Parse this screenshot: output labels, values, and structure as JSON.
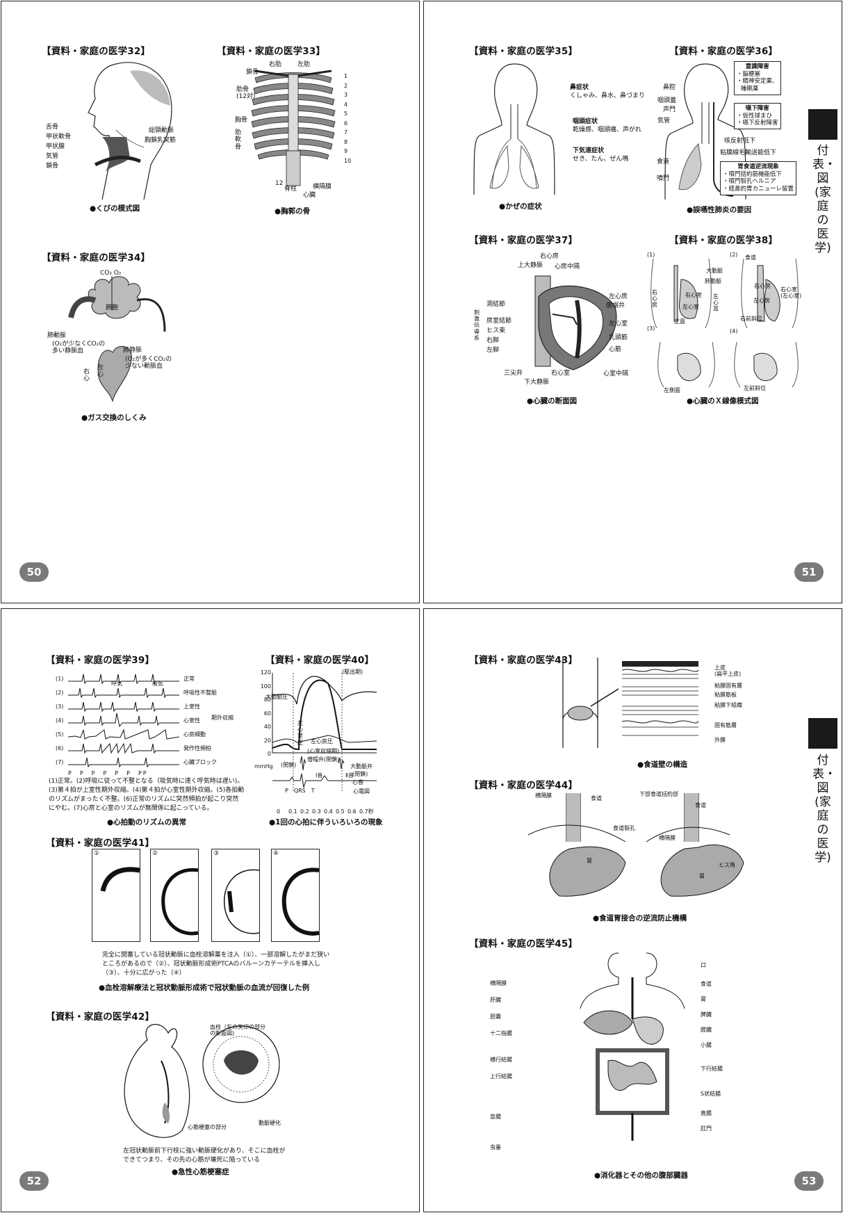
{
  "pages": [
    {
      "number": "50",
      "figures": {
        "f32": {
          "heading": "【資料・家庭の医学32】",
          "caption": "●くびの模式図",
          "labels": {
            "hyoid": "舌骨",
            "thyroid_cart": "甲状軟骨",
            "thyroid": "甲状腺",
            "trachea": "気管",
            "clavicle": "鎖骨",
            "carotid": "総頸動脈",
            "scm": "胸鎖乳突筋"
          }
        },
        "f33": {
          "heading": "【資料・家庭の医学33】",
          "caption": "●胸郭の骨",
          "labels": {
            "right_rib": "右肋",
            "left_rib": "左肋",
            "clavicle": "鎖骨",
            "ribs": "肋骨\n(12対)",
            "sternum": "胸骨",
            "costal_cart": "肋\n軟\n骨",
            "n12": "12",
            "spine": "脊柱",
            "diaphragm": "横隔膜",
            "heart": "心臓"
          },
          "rib_numbers": [
            "1",
            "2",
            "3",
            "4",
            "5",
            "6",
            "7",
            "8",
            "9",
            "10"
          ]
        },
        "f34": {
          "heading": "【資料・家庭の医学34】",
          "caption": "●ガス交換のしくみ",
          "labels": {
            "gases": "CO₂ O₂",
            "alveolus": "肺胞",
            "pulm_artery": "肺動脈",
            "pa_note": "(O₂が少なくCO₂の\n多い静脈血",
            "pulm_vein": "肺静脈",
            "pv_note": "(O₂が多くCO₂の\n少ない動脈血",
            "right_heart": "右\n心",
            "left_heart": "左\n心"
          }
        }
      }
    },
    {
      "number": "51",
      "side_label": "付表・図(家庭の医学)",
      "figures": {
        "f35": {
          "heading": "【資料・家庭の医学35】",
          "caption": "●かぜの症状",
          "labels": {
            "nasal": "鼻症状",
            "nasal_d": "くしゃみ、鼻水、鼻づまり",
            "throat": "咽頭症状",
            "throat_d": "乾燥感、咽頭痛、声がれ",
            "lower": "下気道症状",
            "lower_d": "せき、たん、ぜん鳴"
          }
        },
        "f36": {
          "heading": "【資料・家庭の医学36】",
          "caption": "●誤嚥性肺炎の要因",
          "labels": {
            "nasal_cavity": "鼻腔",
            "epiglottis": "咽頭蓋",
            "glottis": "声門",
            "trachea": "気管",
            "esophagus": "食道",
            "cardia": "噴門",
            "cough": "咳反射低下",
            "mucociliary": "粘膜線毛輸送能低下"
          },
          "box1": {
            "title": "意識障害",
            "items": [
              "・脳梗塞",
              "・精神安定薬、",
              "睡眠薬"
            ]
          },
          "box2": {
            "title": "嚥下障害",
            "items": [
              "・仮性球まひ",
              "・嚥下反射障害"
            ]
          },
          "box3": {
            "title": "胃食道逆流現象",
            "items": [
              "・噴門括約筋機能低下",
              "・噴門裂孔ヘルニア",
              "・経鼻的胃カニューレ留置"
            ]
          }
        },
        "f37": {
          "heading": "【資料・家庭の医学37】",
          "caption": "●心臓の断面図",
          "labels": {
            "ra": "右心房",
            "svc": "上大静脈",
            "septum_a": "心房中隔",
            "sa": "洞結節",
            "system": "刺\n激\n伝\n導\n系",
            "av": "房室結節",
            "his": "ヒス束",
            "rbb": "右脚",
            "lbb": "左脚",
            "tricuspid": "三尖弁",
            "ivc": "下大静脈",
            "rv": "右心室",
            "la": "左心房",
            "mitral": "僧帽弁",
            "lv": "左心室",
            "papillary": "乳頭筋",
            "myocardium": "心筋",
            "septum_v": "心室中隔"
          }
        },
        "f38": {
          "heading": "【資料・家庭の医学38】",
          "caption": "●心臓のＸ線像模式図",
          "labels": {
            "p1": "(1)",
            "p2": "(2)",
            "p3": "(3)",
            "p4": "(4)",
            "aorta": "大動脈",
            "pa": "肺動脈",
            "ra": "右\n心\n房",
            "rv": "右心室",
            "lv": "左心室",
            "la_side": "左\n心\n耳",
            "front": "正面",
            "esoph": "食道",
            "ra2": "右心房",
            "rv2": "右心室\n(左心室)",
            "lv2": "左心房",
            "rao": "右前斜位",
            "lat": "左側面",
            "lao": "左前斜位"
          }
        }
      }
    },
    {
      "number": "52",
      "figures": {
        "f39": {
          "heading": "【資料・家庭の医学39】",
          "caption": "●心拍動のリズムの異常",
          "rows": [
            {
              "n": "(1)",
              "name": "正常"
            },
            {
              "n": "(2)",
              "name": "呼吸性不整脈"
            },
            {
              "n": "(3)",
              "name": "上室性"
            },
            {
              "n": "(4)",
              "name": "心室性"
            },
            {
              "n": "(5)",
              "name": "心房細動"
            },
            {
              "n": "(6)",
              "name": "発作性頻拍"
            },
            {
              "n": "(7)",
              "name": "心臓ブロック"
            }
          ],
          "inhale": "呼気",
          "exhale": "吸気",
          "extra": "期外収縮",
          "p_labels": "P　P　P　P　P　P　PP",
          "note": "(1)正常。(2)呼吸に従って不整となる（吸気時に速く呼気時は遅い)。(3)第４拍が上室性期外収縮。(4)第４拍が心室性期外収縮。(5)各拍動のリズムがまったく不整。(6)正常のリズムに突然頻拍が起こり突然にやむ。(7)心房と心室のリズムが無関係に起こっている。"
        },
        "f40": {
          "heading": "【資料・家庭の医学40】",
          "caption": "●1回の心拍に伴ういろいろの現象",
          "y_ticks": [
            "120",
            "100",
            "80",
            "60",
            "40",
            "20",
            "0"
          ],
          "y_unit": "mmHg",
          "x_ticks": [
            "0",
            "0.1",
            "0.2",
            "0.3",
            "0.4",
            "0.5",
            "0.6",
            "0.7秒"
          ],
          "labels": {
            "ejection": "(駆出期)",
            "aortic": "大動脈圧",
            "lv": "左\n心\n室\n圧",
            "la": "左心房圧",
            "contraction": "(心室収縮期)",
            "mitral": "僧帽弁(閉鎖)",
            "closed": "(閉鎖)",
            "aortic_valve": "大動脈弁",
            "closed2": "(閉鎖)",
            "s1": "Ⅰ音",
            "s2": "Ⅱ音",
            "heart_sound": "心音",
            "ecg": "心電図",
            "pqrst": "P　QRS　T"
          }
        },
        "f41": {
          "heading": "【資料・家庭の医学41】",
          "caption": "●血栓溶解療法と冠状動脈形成術で冠状動脈の血流が回復した例",
          "panels": [
            "①",
            "②",
            "③",
            "④"
          ],
          "note": "完全に閉塞している冠状動脈に血栓溶解薬を注入（①）、一部溶解したがまだ狭いところがあるので（②）、冠状動脈形成術PTCAのバルーンカテーテルを挿入し（③）、十分に広がった（④）"
        },
        "f42": {
          "heading": "【資料・家庭の医学42】",
          "caption": "●急性心筋梗塞症",
          "labels": {
            "thrombus": "血栓（左の矢印の部分\nの断面図)",
            "infarct": "心筋梗塞の部分",
            "sclerosis": "動脈硬化"
          },
          "note": "左冠状動脈前下行枝に強い動脈硬化があり、そこに血栓ができてつまり、その先の心筋が壊死に陥っている"
        }
      }
    },
    {
      "number": "53",
      "side_label": "付表・図(家庭の医学)",
      "figures": {
        "f43": {
          "heading": "【資料・家庭の医学43】",
          "caption": "●食道壁の構造",
          "labels": {
            "epith": "上皮\n(扁平上皮)",
            "lamina": "粘膜固有層",
            "mm": "粘膜筋板",
            "submucosa": "粘膜下組織",
            "muscularis": "固有筋層",
            "adventitia": "外膜"
          }
        },
        "f44": {
          "heading": "【資料・家庭の医学44】",
          "caption": "●食道胃接合の逆流防止機構",
          "labels": {
            "diaphragm": "横隔膜",
            "esophagus": "食道",
            "hiatus": "食道裂孔",
            "stomach": "胃",
            "les": "下部食道括約部",
            "esophagus2": "食道",
            "diaphragm2": "横隔膜",
            "his_angle": "ヒス角",
            "stomach2": "胃"
          }
        },
        "f45": {
          "heading": "【資料・家庭の医学45】",
          "caption": "●消化器とその他の腹部臓器",
          "left_labels": [
            "横隔膜",
            "肝臓",
            "胆嚢",
            "十二指腸",
            "横行結腸",
            "上行結腸",
            "盲腸",
            "虫垂"
          ],
          "right_labels": [
            "口",
            "食道",
            "胃",
            "脾臓",
            "膵臓",
            "小腸",
            "下行結腸",
            "S状結腸",
            "直腸",
            "肛門"
          ]
        }
      }
    }
  ]
}
